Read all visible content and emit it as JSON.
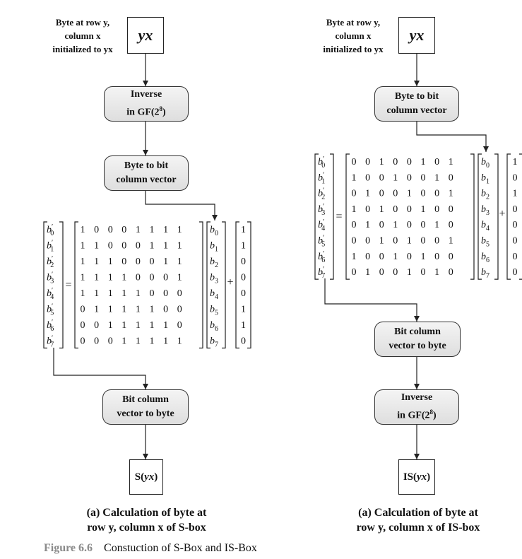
{
  "left": {
    "init_label_lines": [
      "Byte at row y,",
      "column x",
      "initialized to yx"
    ],
    "var_box": "yx",
    "steps": [
      {
        "line1": "Inverse",
        "line2": "in GF(2",
        "sup": "8",
        "tail": ")"
      },
      {
        "line1": "Byte to bit",
        "line2": "column vector",
        "sup": "",
        "tail": ""
      },
      {
        "line1": "Bit column",
        "line2": "vector to byte",
        "sup": "",
        "tail": ""
      }
    ],
    "output_prefix": "S(",
    "output_var": "yx",
    "output_suffix": ")",
    "caption_lines": [
      "(a) Calculation of byte at",
      "row y, column x of S-box"
    ],
    "matrix": [
      [
        1,
        0,
        0,
        0,
        1,
        1,
        1,
        1
      ],
      [
        1,
        1,
        0,
        0,
        0,
        1,
        1,
        1
      ],
      [
        1,
        1,
        1,
        0,
        0,
        0,
        1,
        1
      ],
      [
        1,
        1,
        1,
        1,
        0,
        0,
        0,
        1
      ],
      [
        1,
        1,
        1,
        1,
        1,
        0,
        0,
        0
      ],
      [
        0,
        1,
        1,
        1,
        1,
        1,
        0,
        0
      ],
      [
        0,
        0,
        1,
        1,
        1,
        1,
        1,
        0
      ],
      [
        0,
        0,
        0,
        1,
        1,
        1,
        1,
        1
      ]
    ],
    "constant": [
      1,
      1,
      0,
      0,
      0,
      1,
      1,
      0
    ]
  },
  "right": {
    "init_label_lines": [
      "Byte at row y,",
      "column x",
      "initialized to yx"
    ],
    "var_box": "yx",
    "steps": [
      {
        "line1": "Byte to bit",
        "line2": "column vector",
        "sup": "",
        "tail": ""
      },
      {
        "line1": "Bit column",
        "line2": "vector to byte",
        "sup": "",
        "tail": ""
      },
      {
        "line1": "Inverse",
        "line2": "in GF(2",
        "sup": "8",
        "tail": ")"
      }
    ],
    "output_prefix": "IS(",
    "output_var": "yx",
    "output_suffix": ")",
    "caption_lines": [
      "(a) Calculation of byte at",
      "row y, column x of IS-box"
    ],
    "matrix": [
      [
        0,
        0,
        1,
        0,
        0,
        1,
        0,
        1
      ],
      [
        1,
        0,
        0,
        1,
        0,
        0,
        1,
        0
      ],
      [
        0,
        1,
        0,
        0,
        1,
        0,
        0,
        1
      ],
      [
        1,
        0,
        1,
        0,
        0,
        1,
        0,
        0
      ],
      [
        0,
        1,
        0,
        1,
        0,
        0,
        1,
        0
      ],
      [
        0,
        0,
        1,
        0,
        1,
        0,
        0,
        1
      ],
      [
        1,
        0,
        0,
        1,
        0,
        1,
        0,
        0
      ],
      [
        0,
        1,
        0,
        0,
        1,
        0,
        1,
        0
      ]
    ],
    "constant": [
      1,
      0,
      1,
      0,
      0,
      0,
      0,
      0
    ]
  },
  "equation": {
    "out_var": "b",
    "in_var": "b",
    "prime": "′",
    "indices": [
      "0",
      "1",
      "2",
      "3",
      "4",
      "5",
      "6",
      "7"
    ],
    "equals": "=",
    "plus": "+"
  },
  "figure": {
    "number": "Figure 6.6",
    "title": "Constuction of S-Box and IS-Box"
  }
}
